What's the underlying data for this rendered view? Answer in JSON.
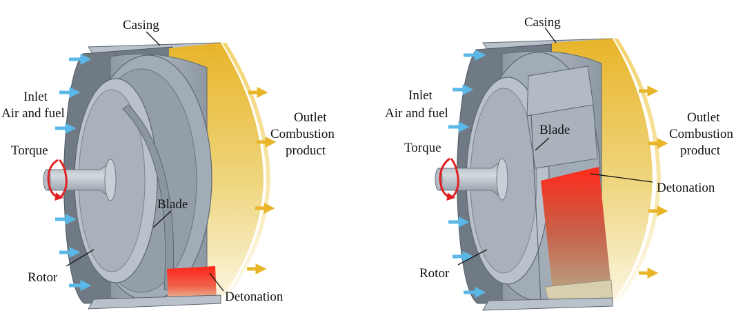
{
  "labels": {
    "casing": "Casing",
    "inlet": "Inlet",
    "air_fuel": "Air and fuel",
    "outlet": "Outlet",
    "combustion": "Combustion",
    "product": "product",
    "torque": "Torque",
    "blade": "Blade",
    "rotor": "Rotor",
    "detonation": "Detonation"
  },
  "colors": {
    "metal_light": "#c3cad2",
    "metal_mid": "#9aa4ae",
    "metal_dark": "#6d7782",
    "flow_arrow_in": "#5ab8e8",
    "flow_arrow_out": "#e8b428",
    "outlet_gradient_top": "#e9b62a",
    "detonation": "#ff2a1a",
    "torque_arrow": "#e02020"
  }
}
